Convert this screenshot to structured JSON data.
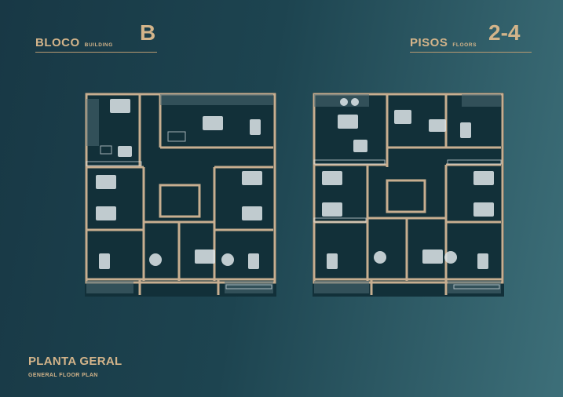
{
  "header_left": {
    "label": "BLOCO",
    "sublabel": "BUILDING",
    "value": "B"
  },
  "header_right": {
    "label": "PISOS",
    "sublabel": "FLOORS",
    "value": "2-4"
  },
  "footer": {
    "title": "PLANTA GERAL",
    "subtitle": "GENERAL FLOOR PLAN"
  },
  "colors": {
    "accent": "#d3b48a",
    "background": "#1d4450",
    "wall": "#c7ae90",
    "fixture": "#dfe7ea"
  }
}
